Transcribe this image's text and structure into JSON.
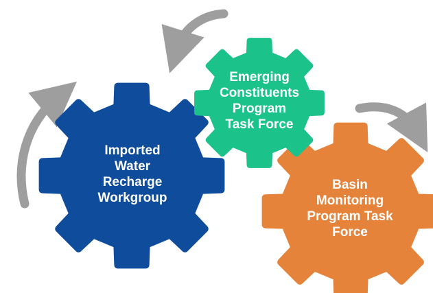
{
  "colors": {
    "blue": "#0F4C9B",
    "green": "#1BC28A",
    "orange": "#E5833A",
    "arrow": "#9E9E9E"
  },
  "gears": {
    "blue": {
      "lines": [
        "Imported",
        "Water",
        "Recharge",
        "Workgroup"
      ]
    },
    "green": {
      "lines": [
        "Emerging",
        "Constituents",
        "Program",
        "Task Force"
      ]
    },
    "orange": {
      "lines": [
        "Basin",
        "Monitoring",
        "Program Task",
        "Force"
      ]
    }
  },
  "arrows": [
    "curved-arrow-left-up",
    "curved-arrow-top",
    "curved-arrow-right-down"
  ]
}
